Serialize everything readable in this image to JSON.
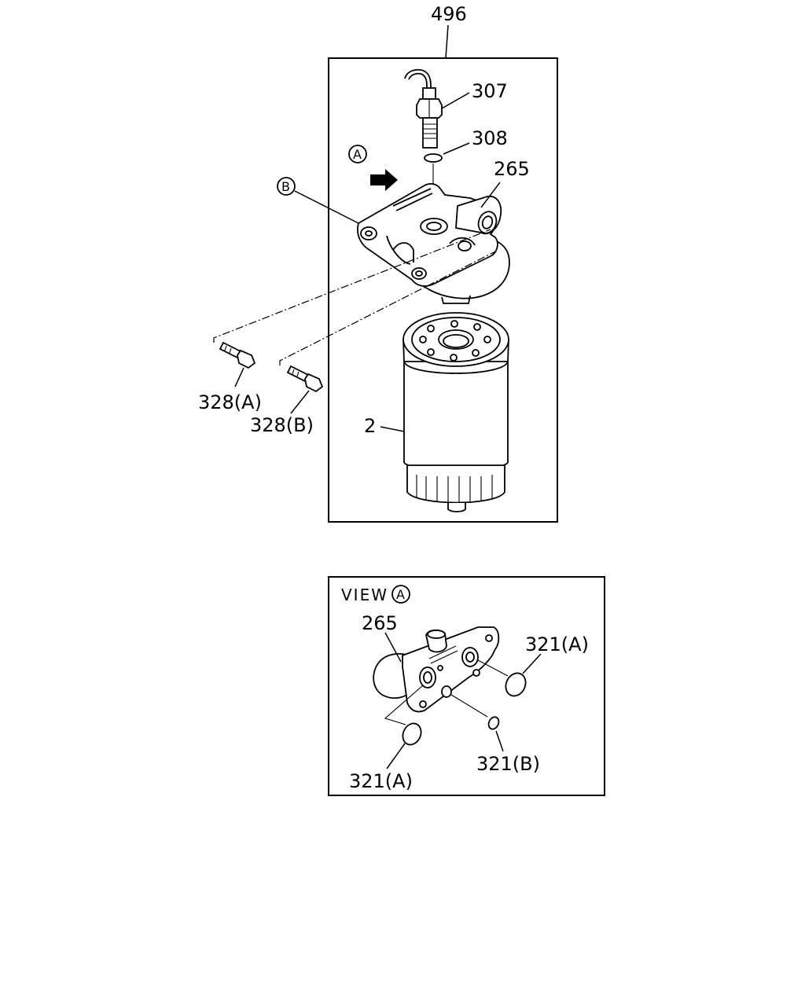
{
  "diagram": {
    "assembly_number": "496",
    "main_view": {
      "labels": {
        "p307": "307",
        "p308": "308",
        "p265": "265",
        "p2": "2",
        "p328a": "328(A)",
        "p328b": "328(B)"
      },
      "markers": {
        "a": "A",
        "b": "B"
      }
    },
    "view_a": {
      "title": "VIEW",
      "title_marker": "A",
      "labels": {
        "p265": "265",
        "p321a_top": "321(A)",
        "p321a_bottom": "321(A)",
        "p321b": "321(B)"
      }
    }
  },
  "icons": {
    "arrow": "arrow-right-icon",
    "circle_marker": "circled-letter-icon"
  }
}
